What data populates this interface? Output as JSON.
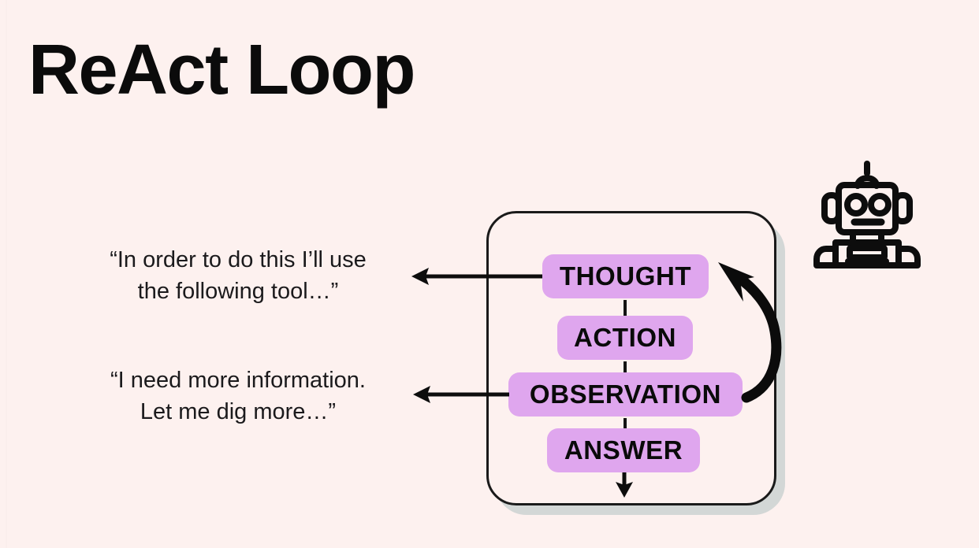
{
  "slide": {
    "title": "ReAct Loop",
    "background_color": "#FDF1EF",
    "accent_color": "#DFA6EE",
    "ink_color": "#0B0B0B"
  },
  "quotes": [
    {
      "id": "thought-quote",
      "line1": "“In order to do this I’ll use",
      "line2": "the following tool…”"
    },
    {
      "id": "observation-quote",
      "line1": "“I need more information.",
      "line2": "Let me dig more…”"
    }
  ],
  "loop": {
    "steps": [
      {
        "label": "THOUGHT"
      },
      {
        "label": "ACTION"
      },
      {
        "label": "OBSERVATION"
      },
      {
        "label": "ANSWER"
      }
    ]
  },
  "icons": {
    "robot": "robot-icon",
    "arrow_left_thought": "arrow-left-icon",
    "arrow_left_observation": "arrow-left-icon",
    "arrow_loop_back": "curved-arrow-up-icon",
    "arrow_answer_out": "arrow-down-icon"
  }
}
